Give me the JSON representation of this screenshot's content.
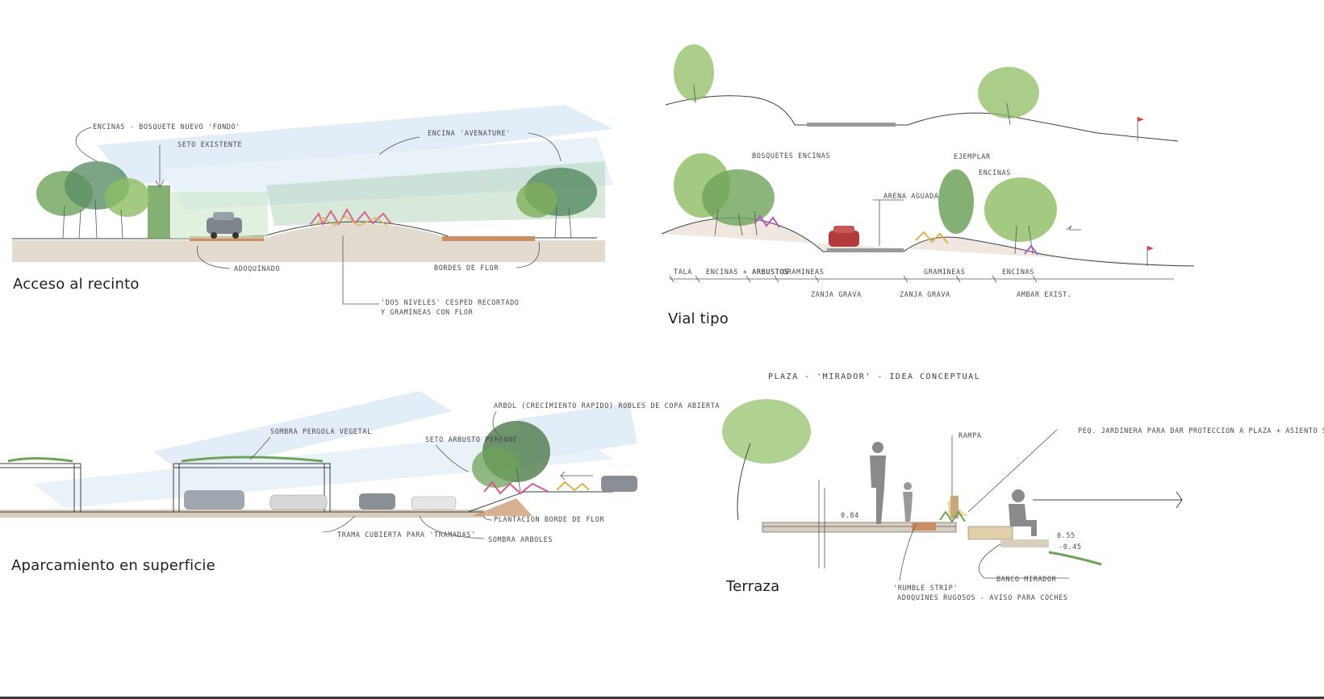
{
  "sheet": {
    "colors": {
      "foliage": "#7fae5a",
      "foliage_dark": "#4d7a4a",
      "sky": "#bfd9ee",
      "ground": "#d9cdbd",
      "paving": "#c98f63",
      "flowers": "#d8588a",
      "ink": "#3f3f3f"
    }
  },
  "sections": {
    "acceso": {
      "caption": "Acceso al recinto",
      "notes": [
        "ENCINAS - BOSQUETE NUEVO 'FONDO'",
        "SETO EXISTENTE",
        "ENCINA 'AVENATURE'",
        "ADOQUINADO",
        "BORDES DE FLOR",
        "'DOS NIVELES' CESPED RECORTADO",
        "Y GRAMINEAS CON FLOR"
      ]
    },
    "vial": {
      "caption": "Vial tipo",
      "notes": [
        "BOSQUETES ENCINAS",
        "ARENA AGUADA",
        "EJEMPLAR",
        "ENCINAS"
      ],
      "dim_labels": [
        "TALA",
        "ENCINAS + ARBUSTOS",
        "ARBUSTOS",
        "GRAMINEAS",
        "GRAMINEAS",
        "ENCINAS"
      ],
      "dim_labels_lower": [
        "ZANJA GRAVA",
        "ZANJA GRAVA",
        "AMBAR EXIST."
      ]
    },
    "aparcamiento": {
      "caption": "Aparcamiento en superficie",
      "notes": [
        "SOMBRA PERGOLA VEGETAL",
        "SETO ARBUSTO PERENNE",
        "ARBOL (CRECIMIENTO RAPIDO) ROBLES DE COPA ABIERTA",
        "TRAMA CUBIERTA PARA 'TRAMADAS'",
        "SOMBRA ARBOLES",
        "PLANTACION BORDE DE FLOR"
      ]
    },
    "terraza": {
      "caption": "Terraza",
      "title_note": "PLAZA - 'MIRADOR' - IDEA CONCEPTUAL",
      "notes": [
        "RAMPA",
        "PEQ. JARDINERA PARA DAR PROTECCION A PLAZA + ASIENTO SENTADO",
        "'RUMBLE STRIP'",
        "ADOQUINES RUGOSOS - AVISO PARA COCHES",
        "BANCO MIRADOR"
      ],
      "levels": [
        "0.84",
        "0.55",
        "-0.45"
      ]
    }
  }
}
